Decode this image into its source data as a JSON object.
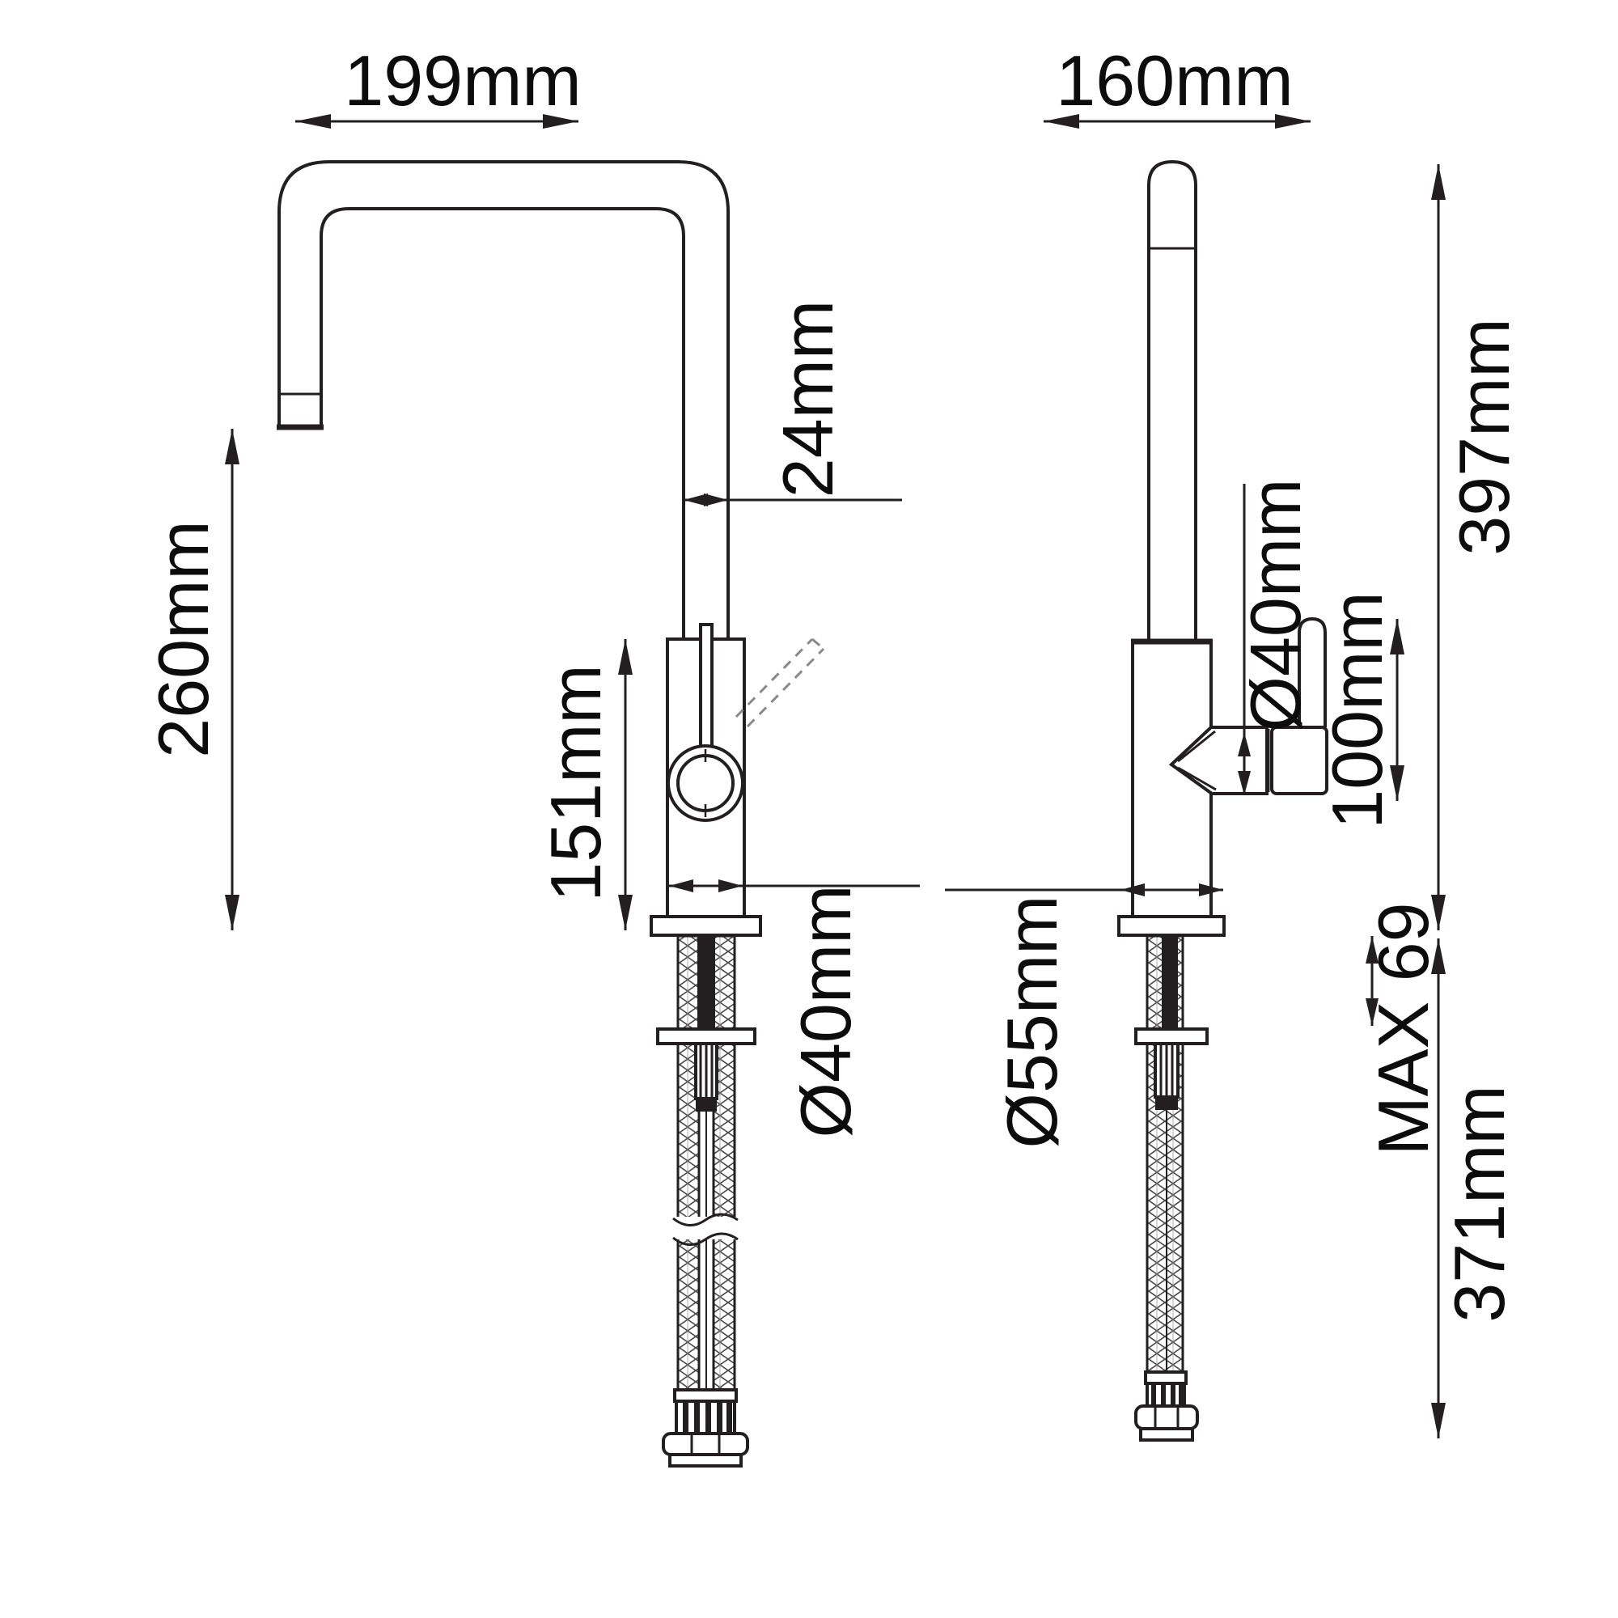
{
  "drawing": {
    "front_view": {
      "spout_reach": "199mm",
      "spout_clearance_height": "260mm",
      "spout_tube_diameter": "24mm",
      "body_height": "151mm",
      "body_diameter": "Ø40mm"
    },
    "side_view": {
      "spout_depth": "160mm",
      "handle_knob_diameter": "Ø40mm",
      "handle_length": "100mm",
      "total_height": "397mm",
      "base_diameter": "Ø55mm",
      "max_deck_thickness": "MAX 69",
      "under_counter_length": "371mm"
    },
    "colors": {
      "line": "#231f20",
      "dashed_lever": "#8a8a8a",
      "background": "#ffffff"
    }
  }
}
